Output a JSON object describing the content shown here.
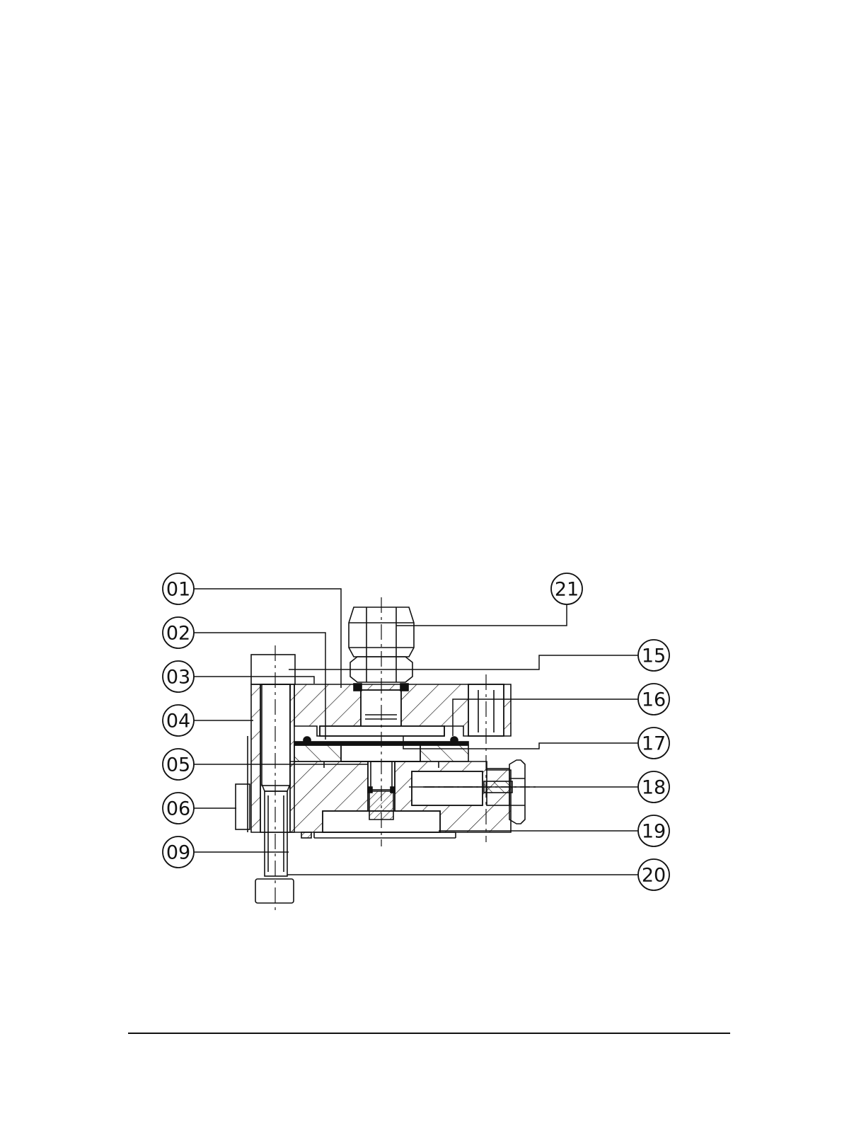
{
  "balloons": {
    "b01": "01",
    "b02": "02",
    "b03": "03",
    "b04": "04",
    "b05": "05",
    "b06": "06",
    "b09": "09",
    "b15": "15",
    "b16": "16",
    "b17": "17",
    "b18": "18",
    "b19": "19",
    "b20": "20",
    "b21": "21"
  },
  "colors": {
    "line": "#111111",
    "background": "#ffffff"
  }
}
